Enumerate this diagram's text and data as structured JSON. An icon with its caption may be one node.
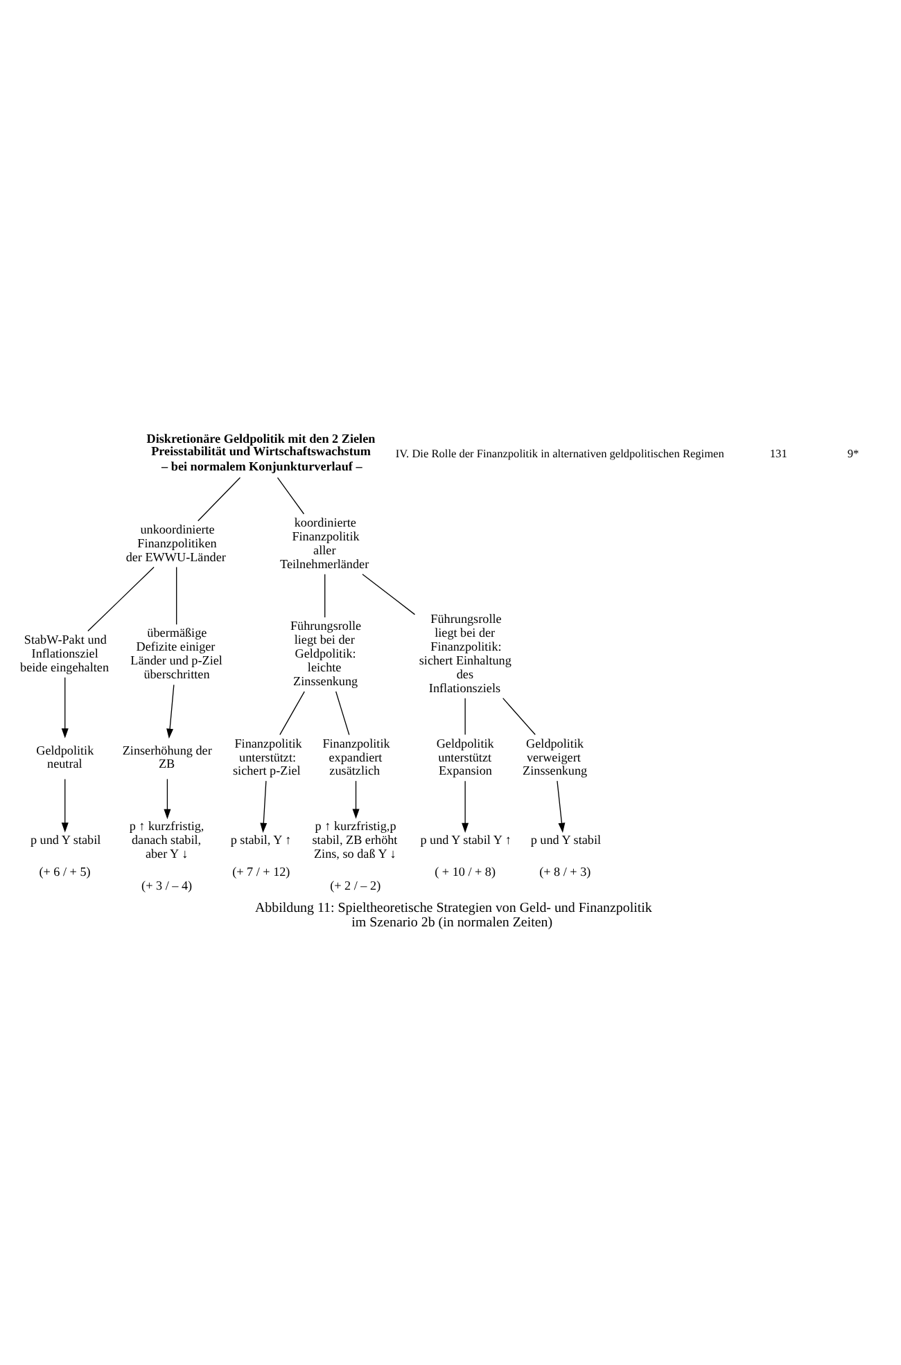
{
  "diagram": {
    "caption": "Abbildung 11: Spieltheoretische Strategien von Geld- und Finanzpolitik im Szenario 2b (in normalen Zeiten)",
    "nodes": [
      {
        "text": [
          "Diskretionäre Geldpolitik mit den 2 Zielen Preisstabilität und Wirtschaftswachstum",
          "– bei normalem Konjunkturverlauf –"
        ]
      },
      {
        "text": [
          "unkoordinierte Finanzpolitiken der EWWU-Länder"
        ]
      },
      {
        "text": [
          "koordinierte Finanzpolitik aller Teilnehmerländer"
        ]
      },
      {
        "text": [
          "StabW-Pakt und Inflationsziel beide eingehalten"
        ]
      },
      {
        "text": [
          "übermäßige Defizite einiger Länder und p-Ziel überschritten"
        ]
      },
      {
        "text": [
          "Führungsrolle liegt bei der Geldpolitik: leichte Zinssenkung"
        ]
      },
      {
        "text": [
          "Führungsrolle liegt bei der Finanzpolitik: sichert Einhaltung des Inflationsziels"
        ]
      },
      {
        "text": [
          "Geldpolitik neutral"
        ]
      },
      {
        "text": [
          "Zinserhöhung der ZB"
        ]
      },
      {
        "text": [
          "Finanzpolitik unterstützt: sichert p-Ziel"
        ]
      },
      {
        "text": [
          "Finanzpolitik expandiert zusätzlich"
        ]
      },
      {
        "text": [
          "Geldpolitik unterstützt Expansion"
        ]
      },
      {
        "text": [
          "Geldpolitik verweigert Zinssenkung"
        ]
      },
      {
        "text": [
          "p und Y stabil"
        ],
        "beside": [
          "(+ 6 / + 5)"
        ]
      },
      {
        "text": [
          "p ↑ kurzfristig, danach stabil, aber Y ↓"
        ],
        "beside": [
          "(+ 3 / – 4)"
        ]
      },
      {
        "text": [
          "p stabil, Y ↑"
        ],
        "beside": [
          "(+ 7 / + 12)"
        ]
      },
      {
        "text": [
          "p ↑ kurzfristig,p stabil, ZB erhöht Zins, so daß Y ↓"
        ],
        "beside": [
          "(+ 2 / – 2)"
        ]
      },
      {
        "text": [
          "p und Y stabil Y ↑"
        ],
        "beside": [
          "( + 10 / + 8)"
        ]
      },
      {
        "text": [
          "p und Y stabil"
        ],
        "beside": [
          "(+ 8 / + 3)"
        ]
      }
    ],
    "edges": [
      {
        "from": 0,
        "to": 1,
        "arrow": "none"
      },
      {
        "from": 0,
        "to": 2,
        "arrow": "none"
      },
      {
        "from": 1,
        "to": 3,
        "arrow": "none"
      },
      {
        "from": 1,
        "to": 4,
        "arrow": "none"
      },
      {
        "from": 2,
        "to": 5,
        "arrow": "none"
      },
      {
        "from": 2,
        "to": 6,
        "arrow": "none"
      },
      {
        "from": 3,
        "to": 7,
        "arrow": "to"
      },
      {
        "from": 4,
        "to": 8,
        "arrow": "to"
      },
      {
        "from": 5,
        "to": 9,
        "arrow": "none"
      },
      {
        "from": 5,
        "to": 10,
        "arrow": "none"
      },
      {
        "from": 6,
        "to": 11,
        "arrow": "none"
      },
      {
        "from": 6,
        "to": 12,
        "arrow": "none"
      },
      {
        "from": 7,
        "to": 13,
        "arrow": "to"
      },
      {
        "from": 8,
        "to": 14,
        "arrow": "to"
      },
      {
        "from": 9,
        "to": 15,
        "arrow": "to"
      },
      {
        "from": 10,
        "to": 16,
        "arrow": "to"
      },
      {
        "from": 11,
        "to": 17,
        "arrow": "to"
      },
      {
        "from": 12,
        "to": 18,
        "arrow": "to"
      }
    ],
    "labels": [
      "IV. Die Rolle der Finanzpolitik in alternativen geldpolitischen Regimen",
      "131",
      "9*"
    ]
  }
}
